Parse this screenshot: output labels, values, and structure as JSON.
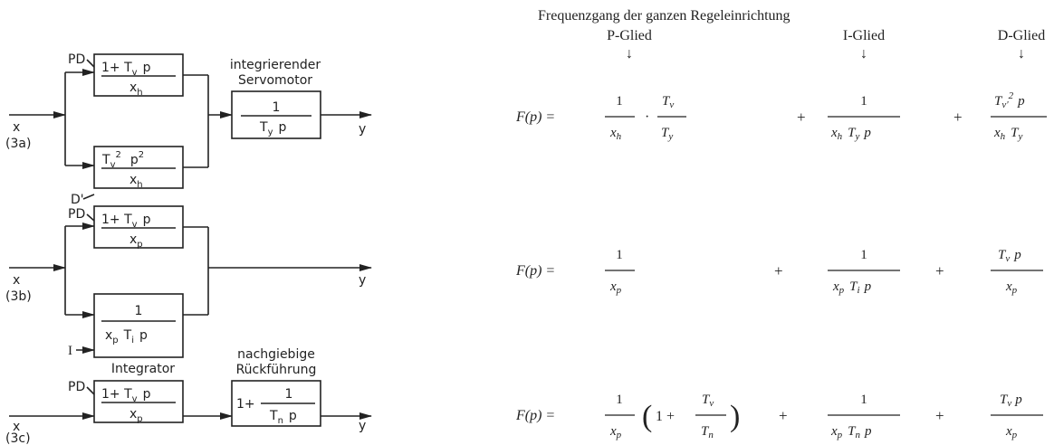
{
  "header": {
    "title": "Frequenzgang der ganzen Regeleinrichtung",
    "col_p": "P-Glied",
    "col_i": "I-Glied",
    "col_d": "D-Glied",
    "arrow": "↓"
  },
  "common": {
    "x": "x",
    "y": "y",
    "pd": "PD",
    "lhs": "F(p) =",
    "plus": "+"
  },
  "a": {
    "tag": "(3a)",
    "pd_num": "1+ T",
    "pd_sub": "v",
    "pd_p": "p",
    "pd_den": "x",
    "pd_den_sub": "h",
    "d_num": "T",
    "d_sub": "v",
    "d_sup": "2",
    "d_p": "p",
    "d_psup": "2",
    "d_den": "x",
    "d_den_sub": "h",
    "d_label": "D'",
    "servo_label1": "integrierender",
    "servo_label2": "Servomotor",
    "servo_num": "1",
    "servo_den": "T",
    "servo_den_sub": "y",
    "servo_p": "p",
    "P_num": "1",
    "P_den": "x",
    "P_den_sub": "h",
    "dot": "·",
    "P_num2": "T",
    "P_num2_sub": "v",
    "P_den2": "T",
    "P_den2_sub": "y",
    "I_num": "1",
    "I_den1": "x",
    "I_den1_sub": "h",
    "I_den2": "T",
    "I_den2_sub": "y",
    "I_den3": "p",
    "D_num1": "T",
    "D_num1_sub": "v'",
    "D_num1_sup": "2",
    "D_num2": "p",
    "D_den1": "x",
    "D_den1_sub": "h",
    "D_den2": "T",
    "D_den2_sub": "y"
  },
  "b": {
    "tag": "(3b)",
    "pd_num": "1+ T",
    "pd_sub": "v",
    "pd_p": "p",
    "pd_den": "x",
    "pd_den_sub": "p",
    "i_num": "1",
    "i_den": "x",
    "i_den_sub": "p",
    "i_den2": "T",
    "i_den2_sub": "i",
    "i_den3": "p",
    "i_label": "I",
    "integrator": "Integrator",
    "P_num": "1",
    "P_den": "x",
    "P_den_sub": "p",
    "I_num": "1",
    "I_den1": "x",
    "I_den1_sub": "p",
    "I_den2": "T",
    "I_den2_sub": "i",
    "I_den3": "p",
    "D_num1": "T",
    "D_num1_sub": "v",
    "D_num2": "p",
    "D_den": "x",
    "D_den_sub": "p"
  },
  "c": {
    "tag": "(3c)",
    "pd_num": "1+ T",
    "pd_sub": "v",
    "pd_p": "p",
    "pd_den": "x",
    "pd_den_sub": "p",
    "fb_label1": "nachgiebige",
    "fb_label2": "Rückführung",
    "fb_pre": "1+",
    "fb_num": "1",
    "fb_den": "T",
    "fb_den_sub": "n",
    "fb_p": "p",
    "P_num": "1",
    "P_den": "x",
    "P_den_sub": "p",
    "paren_l": "(",
    "one_plus": "1 +",
    "P_inner_num": "T",
    "P_inner_num_sub": "v",
    "P_inner_den": "T",
    "P_inner_den_sub": "n",
    "paren_r": ")",
    "I_num": "1",
    "I_den1": "x",
    "I_den1_sub": "p",
    "I_den2": "T",
    "I_den2_sub": "n",
    "I_den3": "p",
    "D_num1": "T",
    "D_num1_sub": "v",
    "D_num2": "p",
    "D_den": "x",
    "D_den_sub": "p"
  }
}
